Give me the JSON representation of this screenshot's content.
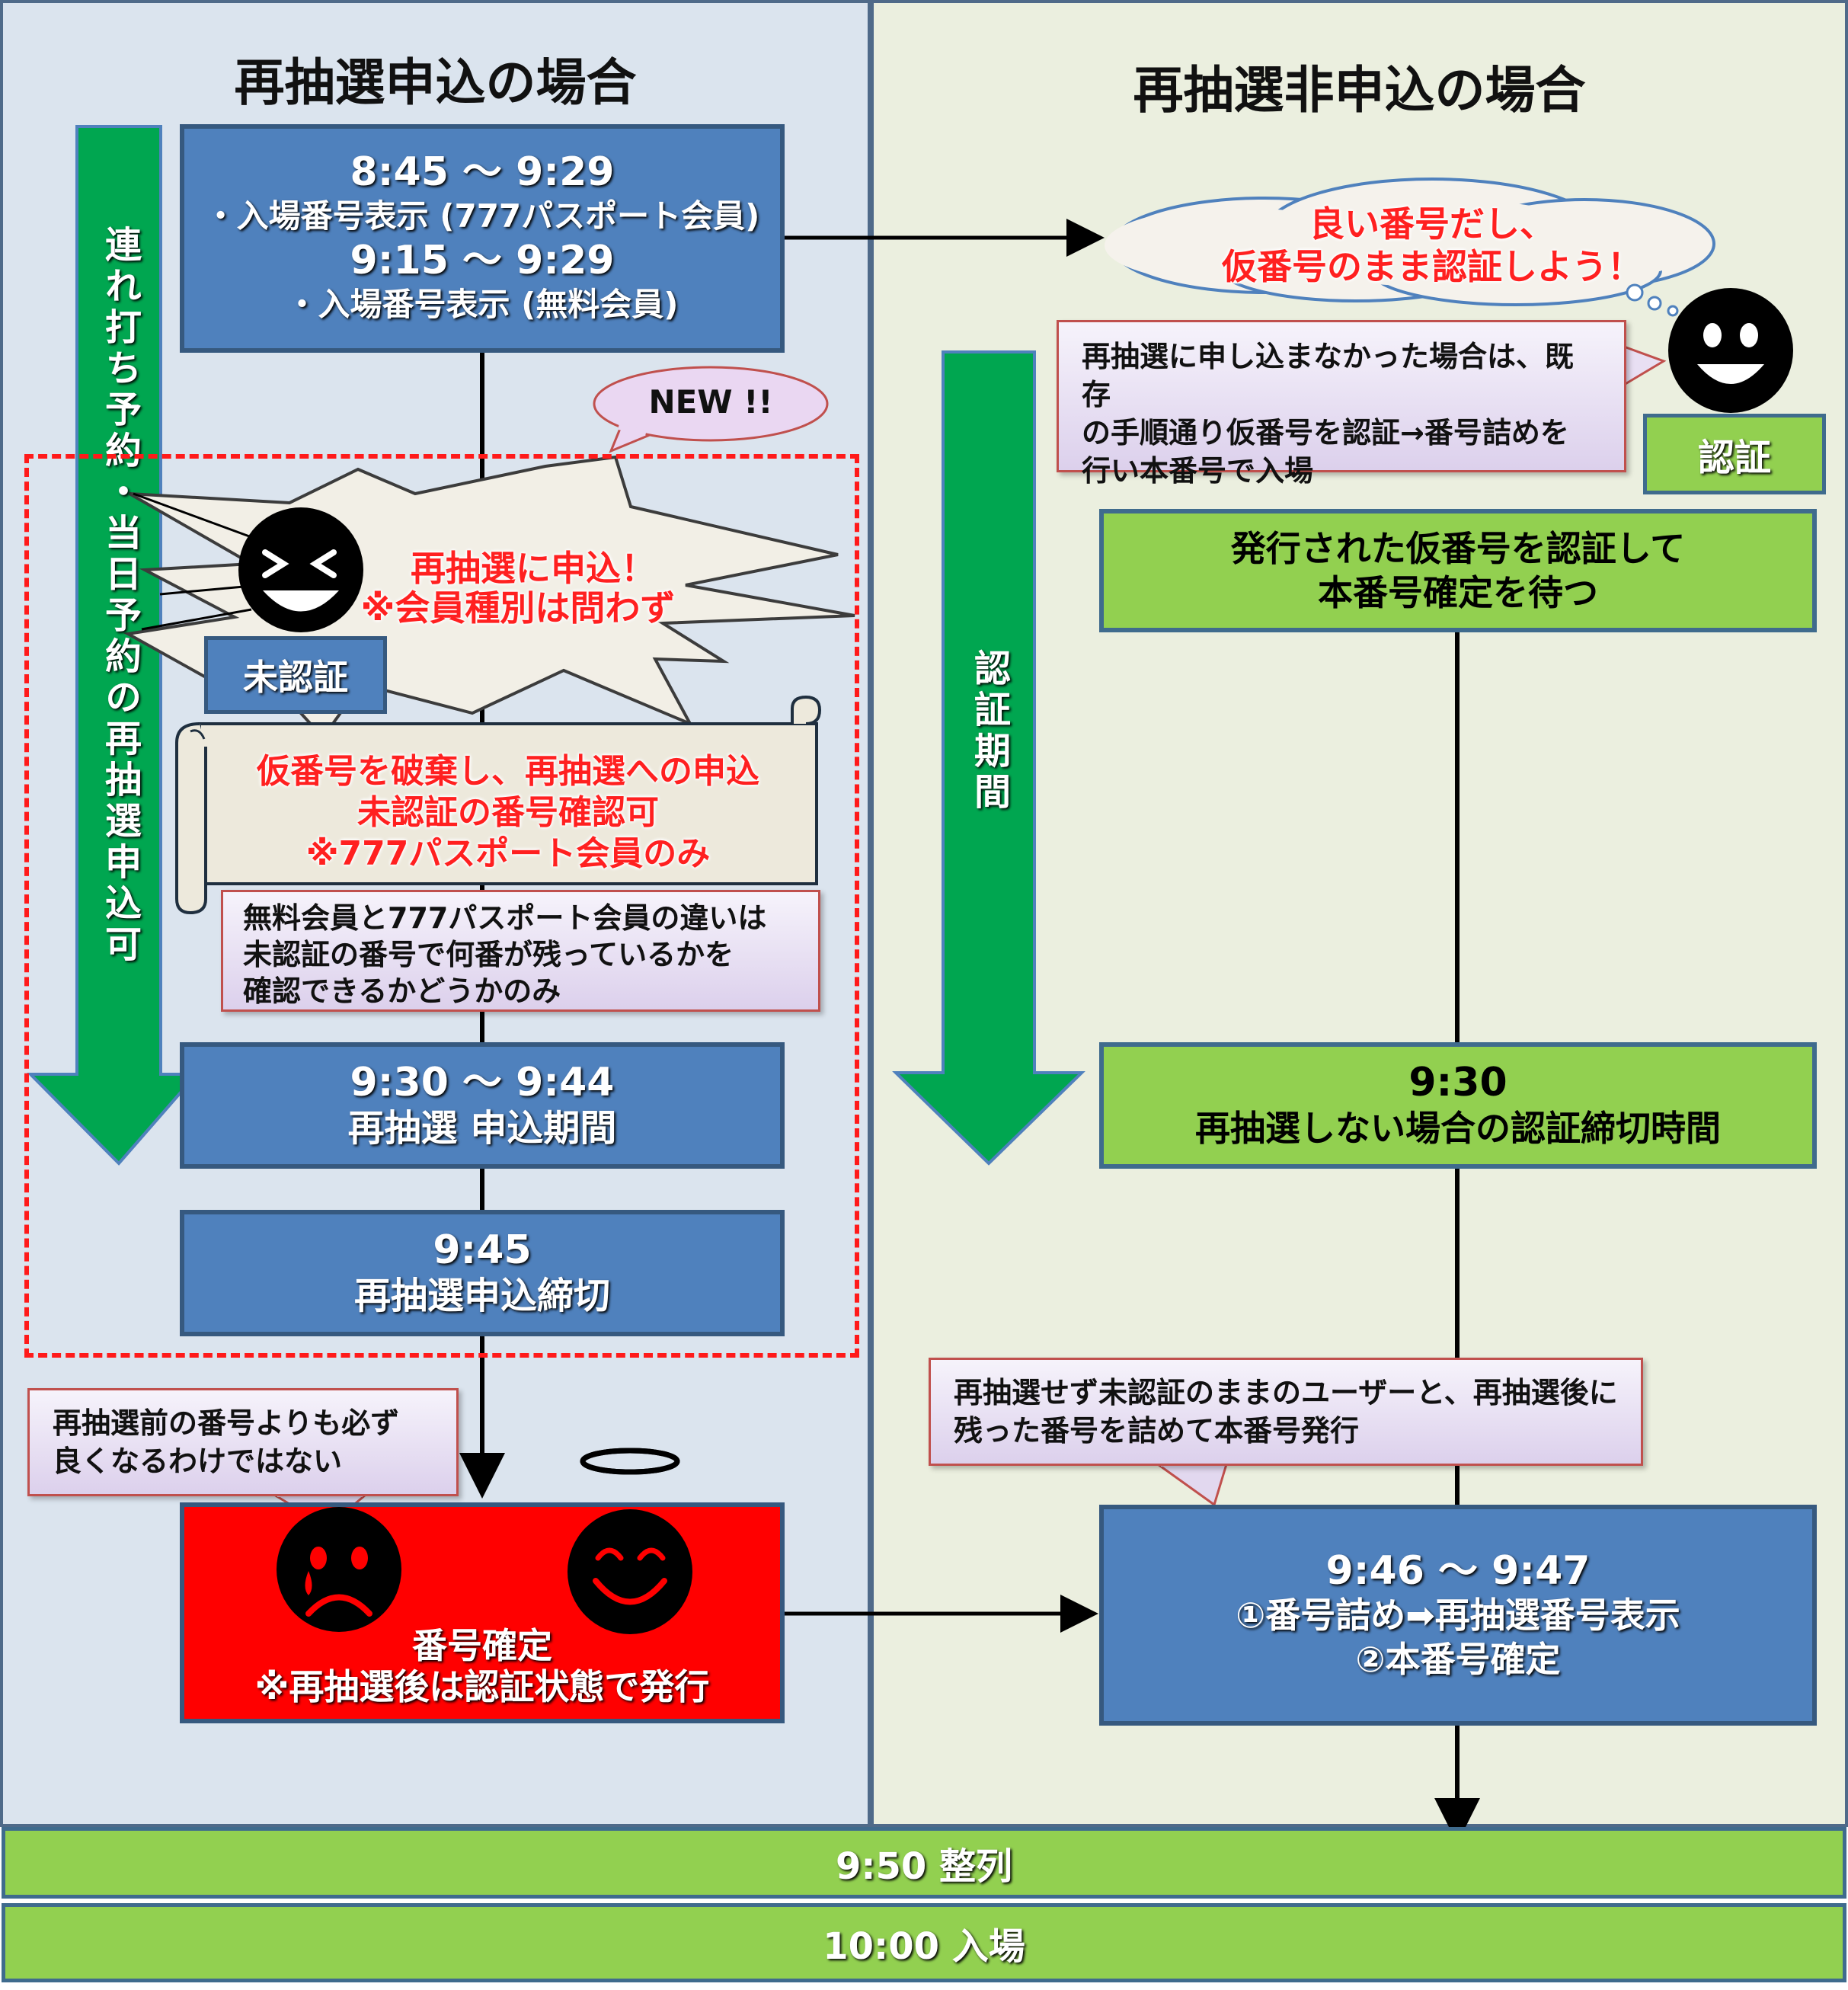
{
  "titles": {
    "left": "再抽選申込の場合",
    "right": "再抽選非申込の場合"
  },
  "arrows": {
    "left_label": "連れ打ち予約・当日予約の再抽選申込可",
    "right_label": "認証期間"
  },
  "left": {
    "box_display": {
      "line1": "8:45 〜 9:29",
      "line2": "・入場番号表示 (777パスポート会員)",
      "line3": "9:15 〜 9:29",
      "line4": "・入場番号表示 (無料会員)"
    },
    "new_badge": "NEW !!",
    "burst": {
      "line1": "再抽選に申込！",
      "line2": "※会員種別は問わず"
    },
    "unverified_tag": "未認証",
    "scroll": {
      "line1": "仮番号を破棄し、再抽選への申込",
      "line2": "未認証の番号確認可",
      "line3": "※777パスポート会員のみ"
    },
    "note_difference": {
      "line1": "無料会員と777パスポート会員の違いは",
      "line2": "未認証の番号で何番が残っているかを",
      "line3": "確認できるかどうかのみ"
    },
    "box_apply": {
      "time": "9:30 〜 9:44",
      "label": "再抽選 申込期間"
    },
    "box_deadline": {
      "time": "9:45",
      "label": "再抽選申込締切"
    },
    "note_not_better": {
      "line1": "再抽選前の番号よりも必ず",
      "line2": "良くなるわけではない"
    },
    "box_confirm": {
      "line1": "番号確定",
      "line2": "※再抽選後は認証状態で発行"
    }
  },
  "right": {
    "cloud": {
      "line1": "良い番号だし、",
      "line2": "仮番号のまま認証しよう！"
    },
    "note_no_apply": {
      "line1": "再抽選に申し込まなかった場合は、既存",
      "line2": "の手順通り仮番号を認証→番号詰めを",
      "line3": "行い本番号で入場"
    },
    "verify_tag": "認証",
    "box_wait": {
      "line1": "発行された仮番号を認証して",
      "line2": "本番号確定を待つ"
    },
    "box_cutoff": {
      "time": "9:30",
      "label": "再抽選しない場合の認証締切時間"
    },
    "note_final": {
      "line1": "再抽選せず未認証のままのユーザーと、再抽選後に",
      "line2": "残った番号を詰めて本番号発行"
    },
    "box_final": {
      "time": "9:46 〜 9:47",
      "line1": "①番号詰め➡再抽選番号表示",
      "line2": "②本番号確定"
    }
  },
  "bottom": {
    "bar1": "9:50  整列",
    "bar2": "10:00  入場"
  },
  "colors": {
    "blue_box": "#4f81bd",
    "green_box": "#92d050",
    "red_box": "#ff0000",
    "arrow_green": "#00a650",
    "dash_red": "#ff1a1a",
    "panel_left": "#dbe4ee",
    "panel_right": "#ebefdf"
  },
  "icons": [
    "laughing-face-icon",
    "smiling-face-icon",
    "crying-face-icon",
    "angel-face-icon"
  ]
}
